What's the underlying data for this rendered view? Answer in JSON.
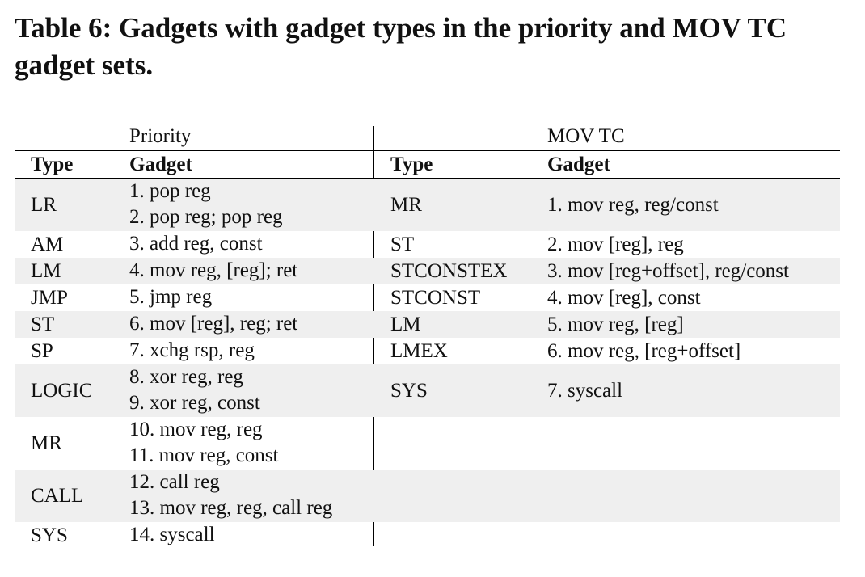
{
  "caption": "Table 6: Gadgets with gadget types in the priority and MOV TC gadget sets.",
  "table": {
    "group_left": "Priority",
    "group_right": "MOV TC",
    "headers": {
      "type_left": "Type",
      "gadget_left": "Gadget",
      "type_right": "Type",
      "gadget_right": "Gadget"
    },
    "rows": [
      {
        "type_l": "LR",
        "gad_l": [
          "1. pop reg",
          "2. pop reg; pop reg"
        ],
        "type_r": "MR",
        "gad_r": "1. mov reg, reg/const"
      },
      {
        "type_l": "AM",
        "gad_l": [
          "3. add reg, const"
        ],
        "type_r": "ST",
        "gad_r": "2. mov [reg], reg"
      },
      {
        "type_l": "LM",
        "gad_l": [
          "4. mov reg, [reg]; ret"
        ],
        "type_r": "STCONSTEX",
        "gad_r": "3. mov [reg+offset], reg/const"
      },
      {
        "type_l": "JMP",
        "gad_l": [
          "5. jmp reg"
        ],
        "type_r": "STCONST",
        "gad_r": "4. mov [reg], const"
      },
      {
        "type_l": "ST",
        "gad_l": [
          "6. mov [reg], reg; ret"
        ],
        "type_r": "LM",
        "gad_r": "5. mov reg, [reg]"
      },
      {
        "type_l": "SP",
        "gad_l": [
          "7. xchg rsp, reg"
        ],
        "type_r": "LMEX",
        "gad_r": "6. mov reg, [reg+offset]"
      },
      {
        "type_l": "LOGIC",
        "gad_l": [
          "8. xor reg, reg",
          "9. xor reg, const"
        ],
        "type_r": "SYS",
        "gad_r": "7. syscall"
      },
      {
        "type_l": "MR",
        "gad_l": [
          "10. mov reg, reg",
          "11. mov reg, const"
        ],
        "type_r": "",
        "gad_r": ""
      },
      {
        "type_l": "CALL",
        "gad_l": [
          "12. call reg",
          "13. mov reg, reg, call reg"
        ],
        "type_r": "",
        "gad_r": ""
      },
      {
        "type_l": "SYS",
        "gad_l": [
          "14. syscall"
        ],
        "type_r": "",
        "gad_r": ""
      }
    ]
  }
}
